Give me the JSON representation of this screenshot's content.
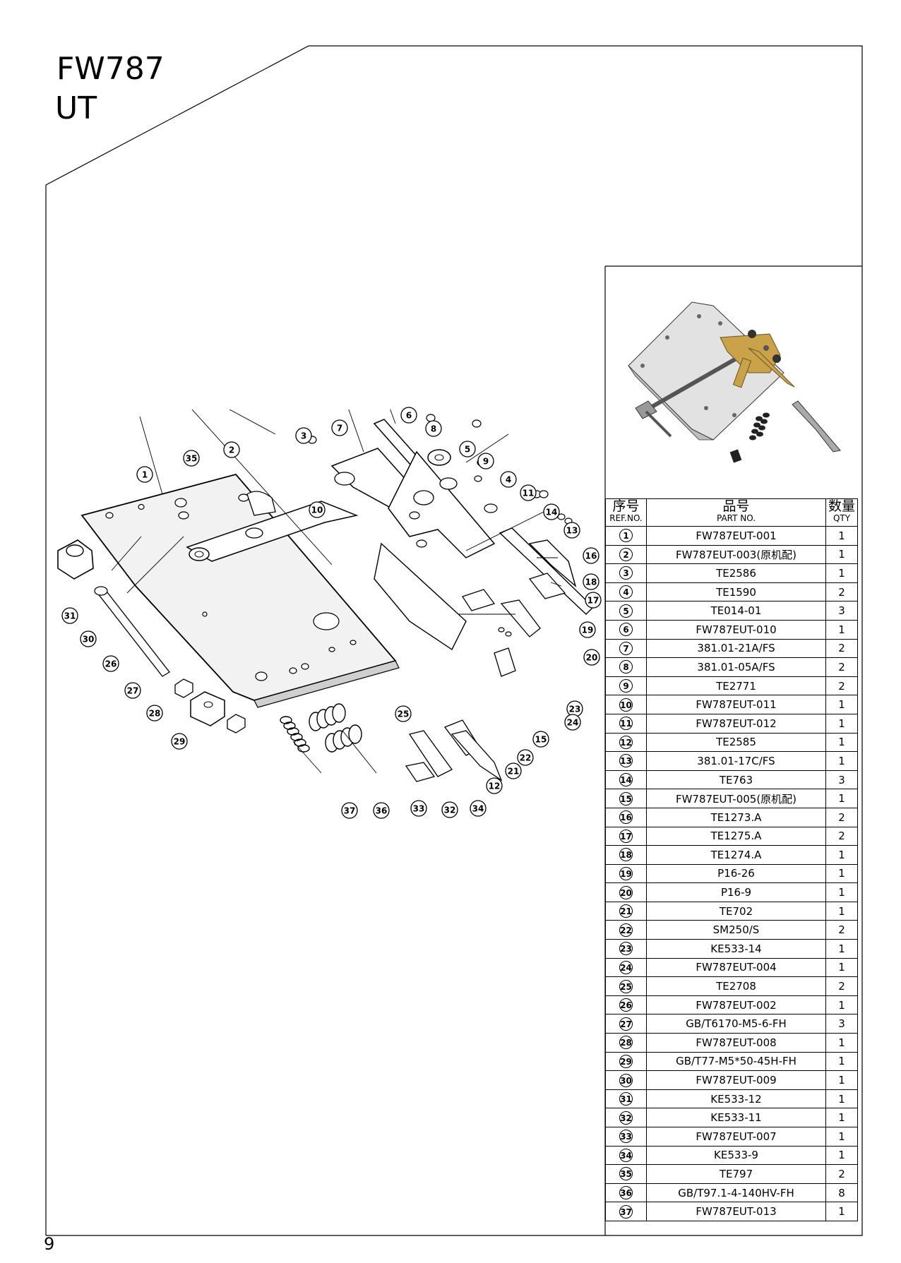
{
  "header": {
    "title": "FW787",
    "subtitle": "UT"
  },
  "page_number": "9",
  "table": {
    "headers": [
      {
        "cn": "序号",
        "en": "REF.NO."
      },
      {
        "cn": "品号",
        "en": "PART NO."
      },
      {
        "cn": "数量",
        "en": "QTY"
      }
    ],
    "rows": [
      {
        "ref": "1",
        "part": "FW787EUT-001",
        "qty": "1"
      },
      {
        "ref": "2",
        "part": "FW787EUT-003(原机配)",
        "qty": "1"
      },
      {
        "ref": "3",
        "part": "TE2586",
        "qty": "1"
      },
      {
        "ref": "4",
        "part": "TE1590",
        "qty": "2"
      },
      {
        "ref": "5",
        "part": "TE014-01",
        "qty": "3"
      },
      {
        "ref": "6",
        "part": "FW787EUT-010",
        "qty": "1"
      },
      {
        "ref": "7",
        "part": "381.01-21A/FS",
        "qty": "2"
      },
      {
        "ref": "8",
        "part": "381.01-05A/FS",
        "qty": "2"
      },
      {
        "ref": "9",
        "part": "TE2771",
        "qty": "2"
      },
      {
        "ref": "10",
        "part": "FW787EUT-011",
        "qty": "1"
      },
      {
        "ref": "11",
        "part": "FW787EUT-012",
        "qty": "1"
      },
      {
        "ref": "12",
        "part": "TE2585",
        "qty": "1"
      },
      {
        "ref": "13",
        "part": "381.01-17C/FS",
        "qty": "1"
      },
      {
        "ref": "14",
        "part": "TE763",
        "qty": "3"
      },
      {
        "ref": "15",
        "part": "FW787EUT-005(原机配)",
        "qty": "1"
      },
      {
        "ref": "16",
        "part": "TE1273.A",
        "qty": "2"
      },
      {
        "ref": "17",
        "part": "TE1275.A",
        "qty": "2"
      },
      {
        "ref": "18",
        "part": "TE1274.A",
        "qty": "1"
      },
      {
        "ref": "19",
        "part": "P16-26",
        "qty": "1"
      },
      {
        "ref": "20",
        "part": "P16-9",
        "qty": "1"
      },
      {
        "ref": "21",
        "part": "TE702",
        "qty": "1"
      },
      {
        "ref": "22",
        "part": "SM250/S",
        "qty": "2"
      },
      {
        "ref": "23",
        "part": "KE533-14",
        "qty": "1"
      },
      {
        "ref": "24",
        "part": "FW787EUT-004",
        "qty": "1"
      },
      {
        "ref": "25",
        "part": "TE2708",
        "qty": "2"
      },
      {
        "ref": "26",
        "part": "FW787EUT-002",
        "qty": "1"
      },
      {
        "ref": "27",
        "part": "GB/T6170-M5-6-FH",
        "qty": "3"
      },
      {
        "ref": "28",
        "part": "FW787EUT-008",
        "qty": "1"
      },
      {
        "ref": "29",
        "part": "GB/T77-M5*50-45H-FH",
        "qty": "1"
      },
      {
        "ref": "30",
        "part": "FW787EUT-009",
        "qty": "1"
      },
      {
        "ref": "31",
        "part": "KE533-12",
        "qty": "1"
      },
      {
        "ref": "32",
        "part": "KE533-11",
        "qty": "1"
      },
      {
        "ref": "33",
        "part": "FW787EUT-007",
        "qty": "1"
      },
      {
        "ref": "34",
        "part": "KE533-9",
        "qty": "1"
      },
      {
        "ref": "35",
        "part": "TE797",
        "qty": "2"
      },
      {
        "ref": "36",
        "part": "GB/T97.1-4-140HV-FH",
        "qty": "8"
      },
      {
        "ref": "37",
        "part": "FW787EUT-013",
        "qty": "1"
      }
    ]
  },
  "diagram_callouts": [
    "1",
    "2",
    "3",
    "4",
    "5",
    "6",
    "7",
    "8",
    "9",
    "10",
    "11",
    "12",
    "13",
    "14",
    "15",
    "16",
    "17",
    "18",
    "19",
    "20",
    "21",
    "22",
    "23",
    "24",
    "25",
    "26",
    "27",
    "28",
    "29",
    "30",
    "31",
    "32",
    "33",
    "34",
    "35",
    "36",
    "37"
  ],
  "colors": {
    "brass": "#c9a24a",
    "plate": "#d8d8d8"
  }
}
